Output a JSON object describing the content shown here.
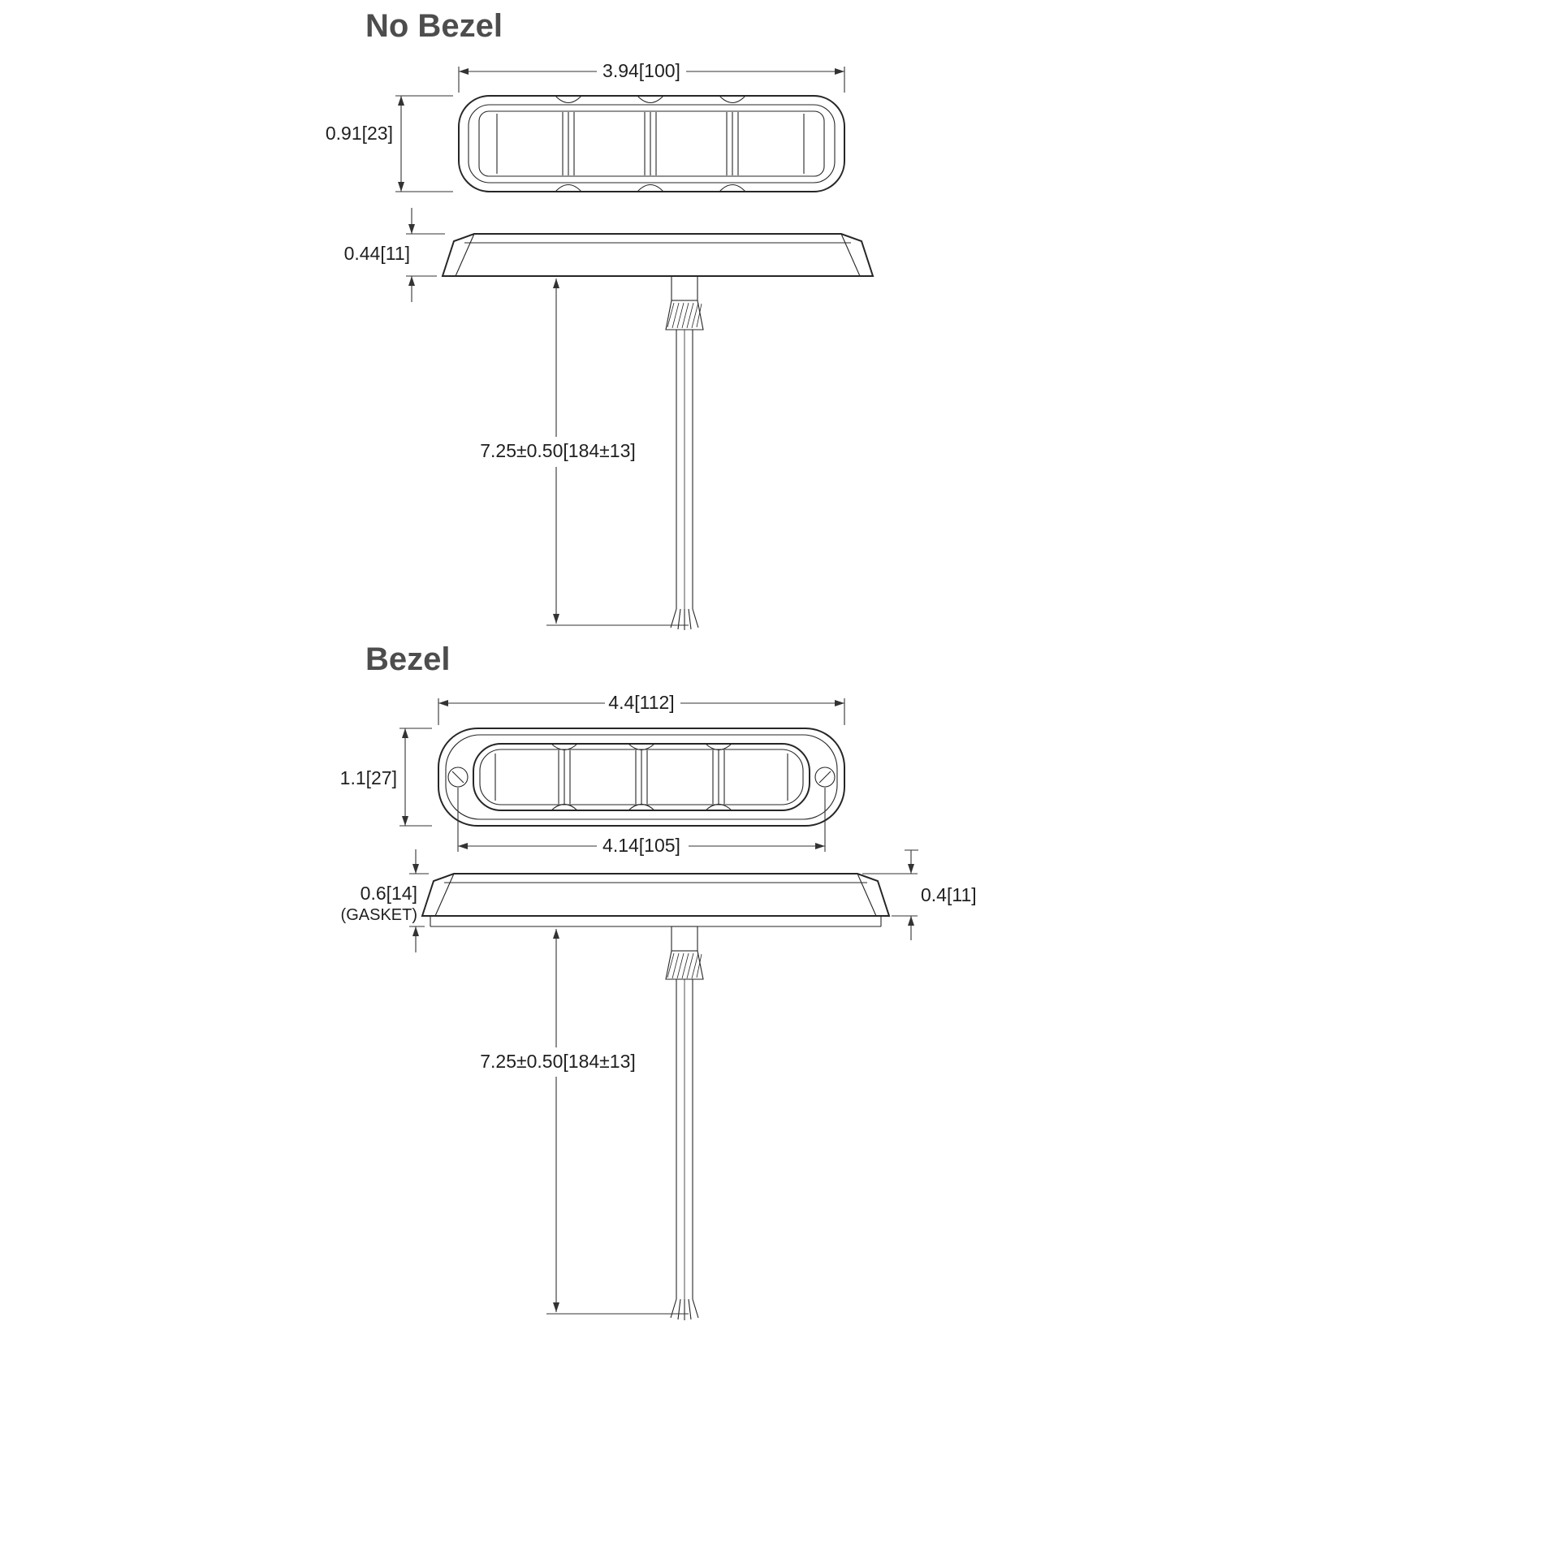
{
  "page": {
    "background": "#ffffff",
    "line_color": "#262626",
    "title_color": "#4d4d4d"
  },
  "no_bezel": {
    "title": "No Bezel",
    "dims": {
      "width": "3.94[100]",
      "height": "0.91[23]",
      "thickness": "0.44[11]",
      "wire_length": "7.25±0.50[184±13]"
    }
  },
  "bezel": {
    "title": "Bezel",
    "dims": {
      "width": "4.4[112]",
      "height": "1.1[27]",
      "mounting": "4.14[105]",
      "gasket_thickness": "0.6[14]",
      "gasket_label": "(GASKET)",
      "thickness": "0.4[11]",
      "wire_length": "7.25±0.50[184±13]"
    }
  }
}
